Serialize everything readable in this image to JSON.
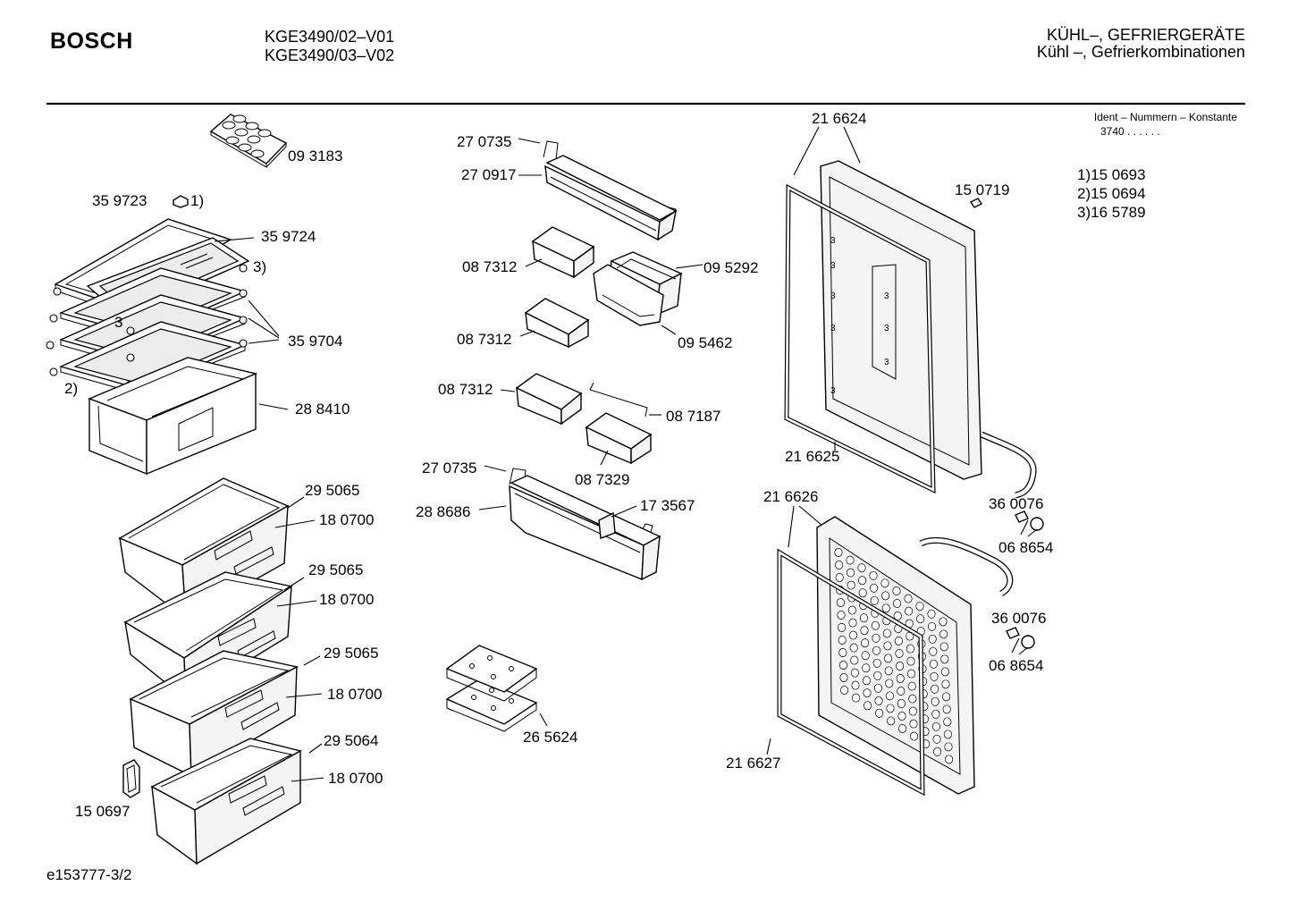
{
  "header": {
    "brand": "BOSCH",
    "model_1": "KGE3490/02–V01",
    "model_2": "KGE3490/03–V02",
    "title_de_1": "KÜHL–, GEFRIERGERÄTE",
    "title_de_2": "Kühl –, Gefrierkombinationen"
  },
  "ident": {
    "heading": "Ident – Nummern – Konstante",
    "value": "3740 .  .     .  .  .  .",
    "notes": [
      "1)15 0693",
      "2)15 0694",
      "3)16 5789"
    ]
  },
  "labels": {
    "egg_tray": "09 3183",
    "clip": "35 9723",
    "clip_note": "1)",
    "shelf_frame": "35 9724",
    "note_3a": "3)",
    "note_3b": "3",
    "shelf_support": "35 9704",
    "note_2": "2)",
    "crisper": "28 8410",
    "drawer_1_front": "29 5065",
    "drawer_1_body": "18 0700",
    "drawer_2_front": "29 5065",
    "drawer_2_body": "18 0700",
    "drawer_3_front": "29 5065",
    "drawer_3_body": "18 0700",
    "drawer_4_front": "29 5064",
    "drawer_4_body": "18 0700",
    "label_holder": "15 0697",
    "door_rail_1": "27 0735",
    "bottle_tray_top": "27 0917",
    "small_box_1": "08 7312",
    "box_holder": "09 5292",
    "small_box_2": "08 7312",
    "box_lid": "09 5462",
    "small_box_3": "08 7312",
    "wire": "08 7187",
    "small_box_4": "08 7329",
    "door_rail_2": "27 0735",
    "bottle_tray_bottom": "28 8686",
    "divider": "17 3567",
    "cold_pack": "26 5624",
    "fridge_door": "21 6624",
    "plug": "15 0719",
    "fridge_gasket": "21 6625",
    "hinge_screw_1": "36 0076",
    "cap_1": "06 8654",
    "freezer_door": "21 6626",
    "hinge_screw_2": "36 0076",
    "cap_2": "06 8654",
    "freezer_gasket": "21 6627"
  },
  "footer": {
    "drawing_id": "e153777-3/2"
  }
}
